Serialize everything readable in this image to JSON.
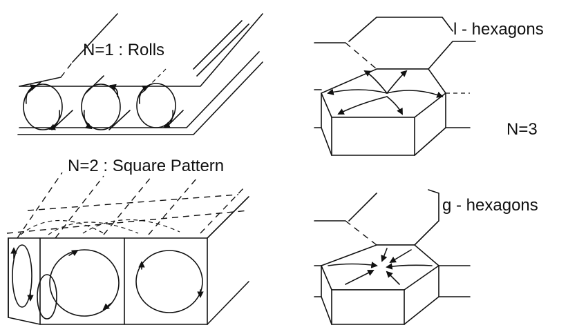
{
  "labels": {
    "rolls": "N=1 : Rolls",
    "square": "N=2 : Square Pattern",
    "l_hex": "l - hexagons",
    "n3": "N=3",
    "g_hex": "g - hexagons"
  }
}
